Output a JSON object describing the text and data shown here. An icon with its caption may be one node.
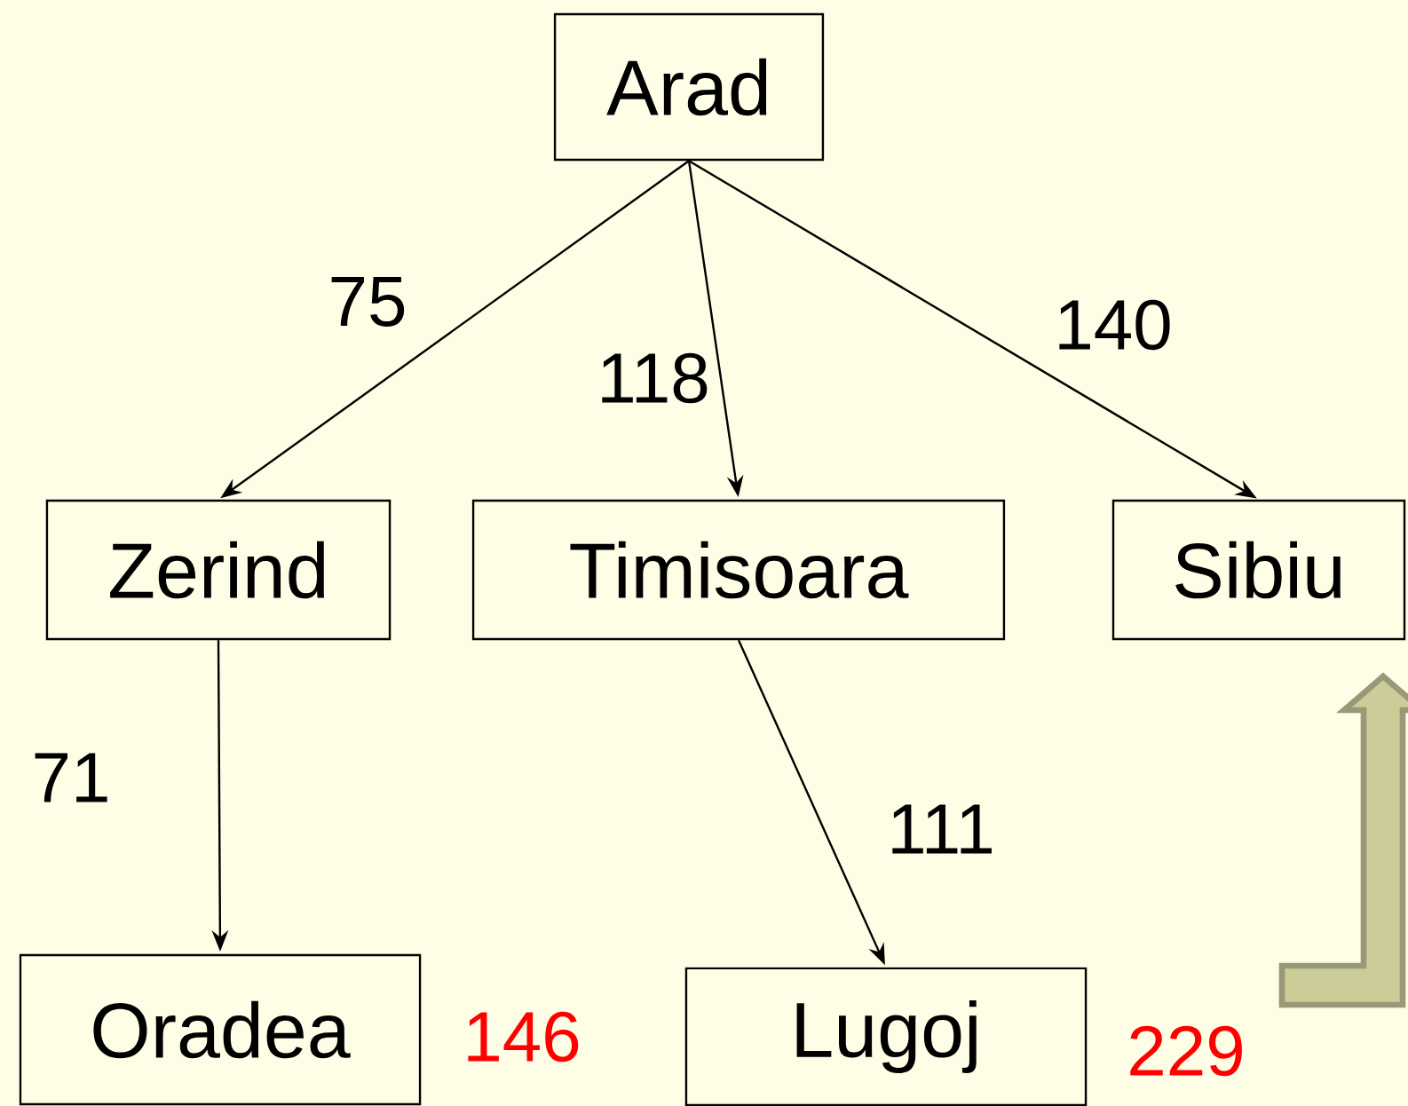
{
  "diagram": {
    "nodes": [
      {
        "text": [
          "Arad"
        ]
      },
      {
        "text": [
          "Zerind"
        ]
      },
      {
        "text": [
          "Timisoara"
        ]
      },
      {
        "text": [
          "Sibiu"
        ]
      },
      {
        "text": [
          "Oradea"
        ],
        "beside": [
          "146"
        ]
      },
      {
        "text": [
          "Lugoj"
        ],
        "beside": [
          "229"
        ]
      }
    ],
    "edges": [
      {
        "from": 0,
        "to": 1,
        "arrow": "to",
        "label": "75"
      },
      {
        "from": 0,
        "to": 2,
        "arrow": "to",
        "label": "118"
      },
      {
        "from": 0,
        "to": 3,
        "arrow": "to",
        "label": "140"
      },
      {
        "from": 1,
        "to": 4,
        "arrow": "to",
        "label": "71"
      },
      {
        "from": 2,
        "to": 5,
        "arrow": "to",
        "label": "111"
      }
    ]
  }
}
